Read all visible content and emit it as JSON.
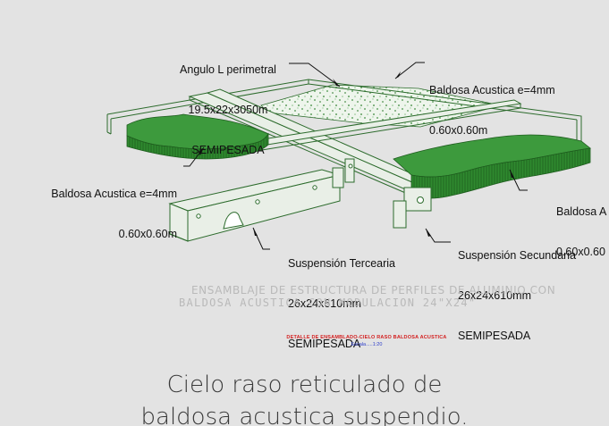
{
  "labels": {
    "angulo_l": {
      "line1": "Angulo L perimetral",
      "line2": "19.5x22x3050m",
      "line3": "SEMIPESADA"
    },
    "baldosa_top": {
      "line1": "Baldosa Acustica e=4mm",
      "line2": "0.60x0.60m"
    },
    "baldosa_left": {
      "line1": "Baldosa Acustica e=4mm",
      "line2": "0.60x0.60m"
    },
    "baldosa_right": {
      "line1": "Baldosa A",
      "line2": "0.60x0.60"
    },
    "suspension_terciaria": {
      "line1": "Suspensión Tercearia",
      "line2": "26x24x610mm",
      "line3": "SEMIPESADA"
    },
    "suspension_secundaria": {
      "line1": "Suspensión Secundaria",
      "line2": "26x24x610mm",
      "line3": "SEMIPESADA"
    }
  },
  "drawing_caption": {
    "line1": "ENSAMBLAJE DE ESTRUCTURA DE PERFILES DE ALUMINIO CON",
    "line2": "BALDOSA ACUSTICA CON MODULACION 24\"X24\""
  },
  "drawing_title": "DETALLE DE ENSAMBLADO-CIELO RASO BALDOSA ACUSTICA",
  "drawing_scale": "Escala.....1:20",
  "main_caption": {
    "line1": "Cielo raso reticulado de",
    "line2": "baldosa acustica suspendio."
  },
  "colors": {
    "frame": "#2c6b2c",
    "tile_green": "#3d9a3d",
    "tile_dark": "#246b24",
    "tile_light": "#b8ddb0",
    "background": "#e3e3e3"
  }
}
